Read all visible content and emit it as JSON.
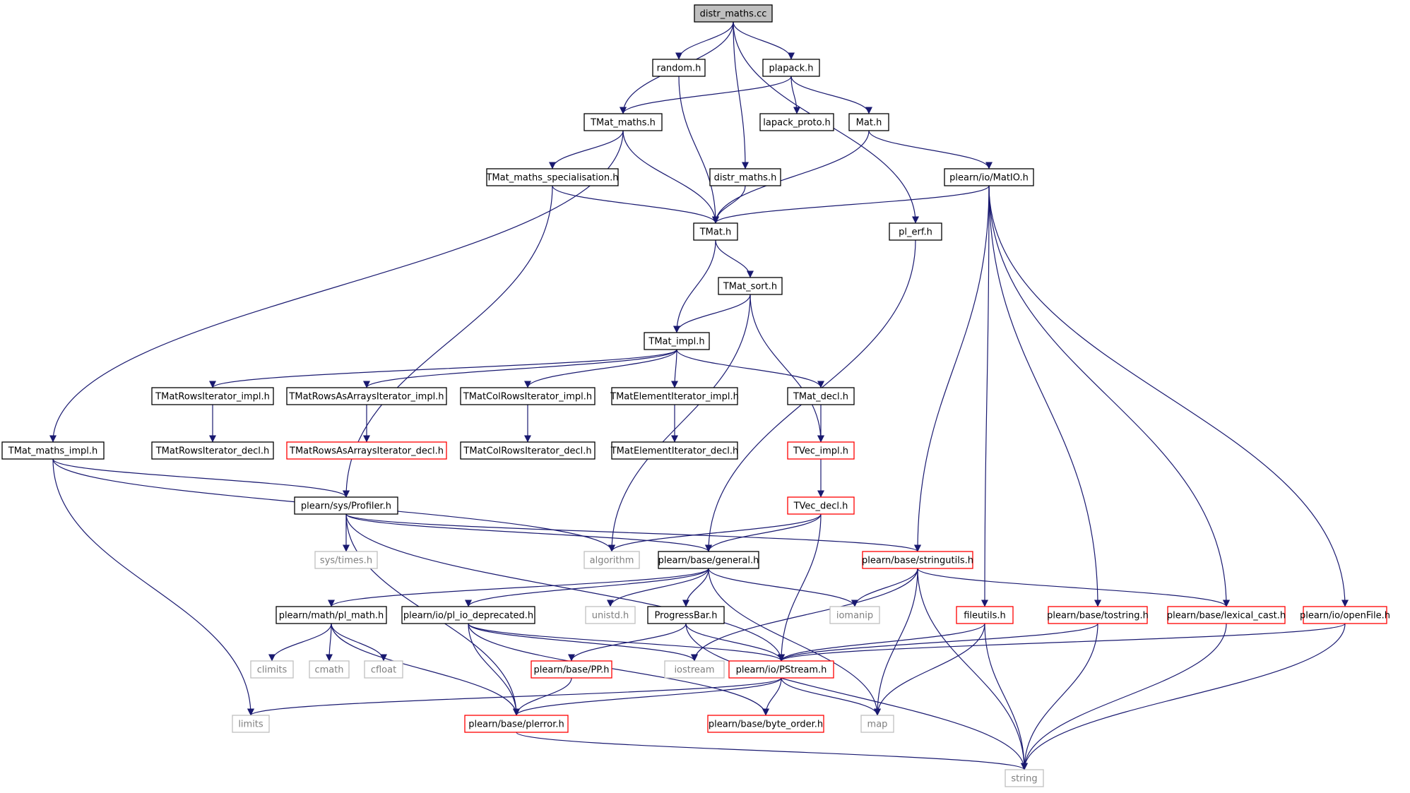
{
  "diagram": {
    "nodes": [
      {
        "id": "n0",
        "label": "distr_maths.cc",
        "style": "root"
      },
      {
        "id": "n1",
        "label": "random.h",
        "style": "black"
      },
      {
        "id": "n2",
        "label": "plapack.h",
        "style": "black"
      },
      {
        "id": "n3",
        "label": "TMat_maths.h",
        "style": "black"
      },
      {
        "id": "n4",
        "label": "lapack_proto.h",
        "style": "black"
      },
      {
        "id": "n5",
        "label": "Mat.h",
        "style": "black"
      },
      {
        "id": "n6",
        "label": "TMat_maths_specialisation.h",
        "style": "black"
      },
      {
        "id": "n7",
        "label": "distr_maths.h",
        "style": "black"
      },
      {
        "id": "n8",
        "label": "plearn/io/MatIO.h",
        "style": "black"
      },
      {
        "id": "n9",
        "label": "TMat.h",
        "style": "black"
      },
      {
        "id": "n10",
        "label": "pl_erf.h",
        "style": "black"
      },
      {
        "id": "n11",
        "label": "TMat_sort.h",
        "style": "black"
      },
      {
        "id": "n12",
        "label": "TMat_impl.h",
        "style": "black"
      },
      {
        "id": "n13",
        "label": "TMatRowsIterator_impl.h",
        "style": "black"
      },
      {
        "id": "n14",
        "label": "TMatRowsAsArraysIterator_impl.h",
        "style": "black"
      },
      {
        "id": "n15",
        "label": "TMatColRowsIterator_impl.h",
        "style": "black"
      },
      {
        "id": "n16",
        "label": "TMatElementIterator_impl.h",
        "style": "black"
      },
      {
        "id": "n17",
        "label": "TMat_decl.h",
        "style": "black"
      },
      {
        "id": "n18",
        "label": "TMat_maths_impl.h",
        "style": "black"
      },
      {
        "id": "n19",
        "label": "TMatRowsIterator_decl.h",
        "style": "black"
      },
      {
        "id": "n20",
        "label": "TMatRowsAsArraysIterator_decl.h",
        "style": "red"
      },
      {
        "id": "n21",
        "label": "TMatColRowsIterator_decl.h",
        "style": "black"
      },
      {
        "id": "n22",
        "label": "TMatElementIterator_decl.h",
        "style": "black"
      },
      {
        "id": "n23",
        "label": "TVec_impl.h",
        "style": "red"
      },
      {
        "id": "n24",
        "label": "plearn/sys/Profiler.h",
        "style": "black"
      },
      {
        "id": "n25",
        "label": "TVec_decl.h",
        "style": "red"
      },
      {
        "id": "n26",
        "label": "sys/times.h",
        "style": "gray"
      },
      {
        "id": "n27",
        "label": "algorithm",
        "style": "gray"
      },
      {
        "id": "n28",
        "label": "plearn/base/general.h",
        "style": "black"
      },
      {
        "id": "n29",
        "label": "plearn/base/stringutils.h",
        "style": "red"
      },
      {
        "id": "n30",
        "label": "plearn/math/pl_math.h",
        "style": "black"
      },
      {
        "id": "n31",
        "label": "plearn/io/pl_io_deprecated.h",
        "style": "black"
      },
      {
        "id": "n32",
        "label": "unistd.h",
        "style": "gray"
      },
      {
        "id": "n33",
        "label": "ProgressBar.h",
        "style": "black"
      },
      {
        "id": "n34",
        "label": "iomanip",
        "style": "gray"
      },
      {
        "id": "n35",
        "label": "fileutils.h",
        "style": "red"
      },
      {
        "id": "n36",
        "label": "plearn/base/tostring.h",
        "style": "red"
      },
      {
        "id": "n37",
        "label": "plearn/base/lexical_cast.h",
        "style": "red"
      },
      {
        "id": "n38",
        "label": "plearn/io/openFile.h",
        "style": "red"
      },
      {
        "id": "n39",
        "label": "climits",
        "style": "gray"
      },
      {
        "id": "n40",
        "label": "cmath",
        "style": "gray"
      },
      {
        "id": "n41",
        "label": "cfloat",
        "style": "gray"
      },
      {
        "id": "n42",
        "label": "iostream",
        "style": "gray"
      },
      {
        "id": "n43",
        "label": "plearn/base/PP.h",
        "style": "red"
      },
      {
        "id": "n44",
        "label": "plearn/io/PStream.h",
        "style": "red"
      },
      {
        "id": "n45",
        "label": "limits",
        "style": "gray"
      },
      {
        "id": "n46",
        "label": "plearn/base/plerror.h",
        "style": "red"
      },
      {
        "id": "n47",
        "label": "plearn/base/byte_order.h",
        "style": "red"
      },
      {
        "id": "n48",
        "label": "map",
        "style": "gray"
      },
      {
        "id": "n49",
        "label": "string",
        "style": "gray"
      }
    ],
    "edges": [
      [
        "n0",
        "n3"
      ],
      [
        "n0",
        "n1"
      ],
      [
        "n0",
        "n2"
      ],
      [
        "n0",
        "n7"
      ],
      [
        "n0",
        "n10"
      ],
      [
        "n1",
        "n9"
      ],
      [
        "n2",
        "n3"
      ],
      [
        "n2",
        "n4"
      ],
      [
        "n2",
        "n5"
      ],
      [
        "n3",
        "n6"
      ],
      [
        "n3",
        "n9"
      ],
      [
        "n3",
        "n18"
      ],
      [
        "n5",
        "n9"
      ],
      [
        "n5",
        "n8"
      ],
      [
        "n6",
        "n9"
      ],
      [
        "n6",
        "n24"
      ],
      [
        "n7",
        "n9"
      ],
      [
        "n8",
        "n9"
      ],
      [
        "n8",
        "n29"
      ],
      [
        "n8",
        "n35"
      ],
      [
        "n8",
        "n36"
      ],
      [
        "n8",
        "n37"
      ],
      [
        "n8",
        "n38"
      ],
      [
        "n9",
        "n11"
      ],
      [
        "n9",
        "n12"
      ],
      [
        "n10",
        "n28"
      ],
      [
        "n11",
        "n12"
      ],
      [
        "n11",
        "n27"
      ],
      [
        "n11",
        "n23"
      ],
      [
        "n12",
        "n13"
      ],
      [
        "n12",
        "n14"
      ],
      [
        "n12",
        "n15"
      ],
      [
        "n12",
        "n16"
      ],
      [
        "n12",
        "n17"
      ],
      [
        "n13",
        "n19"
      ],
      [
        "n14",
        "n20"
      ],
      [
        "n15",
        "n21"
      ],
      [
        "n16",
        "n22"
      ],
      [
        "n17",
        "n23"
      ],
      [
        "n23",
        "n25"
      ],
      [
        "n18",
        "n24"
      ],
      [
        "n18",
        "n27"
      ],
      [
        "n18",
        "n45"
      ],
      [
        "n24",
        "n26"
      ],
      [
        "n24",
        "n28"
      ],
      [
        "n24",
        "n29"
      ],
      [
        "n24",
        "n44"
      ],
      [
        "n24",
        "n46"
      ],
      [
        "n25",
        "n27"
      ],
      [
        "n25",
        "n28"
      ],
      [
        "n25",
        "n44"
      ],
      [
        "n28",
        "n30"
      ],
      [
        "n28",
        "n31"
      ],
      [
        "n28",
        "n32"
      ],
      [
        "n28",
        "n33"
      ],
      [
        "n28",
        "n34"
      ],
      [
        "n28",
        "n48"
      ],
      [
        "n29",
        "n34"
      ],
      [
        "n29",
        "n42"
      ],
      [
        "n29",
        "n48"
      ],
      [
        "n29",
        "n37"
      ],
      [
        "n29",
        "n49"
      ],
      [
        "n30",
        "n39"
      ],
      [
        "n30",
        "n40"
      ],
      [
        "n30",
        "n41"
      ],
      [
        "n30",
        "n46"
      ],
      [
        "n31",
        "n42"
      ],
      [
        "n31",
        "n44"
      ],
      [
        "n31",
        "n46"
      ],
      [
        "n31",
        "n47"
      ],
      [
        "n33",
        "n43"
      ],
      [
        "n33",
        "n44"
      ],
      [
        "n33",
        "n49"
      ],
      [
        "n35",
        "n44"
      ],
      [
        "n35",
        "n48"
      ],
      [
        "n35",
        "n49"
      ],
      [
        "n36",
        "n44"
      ],
      [
        "n36",
        "n49"
      ],
      [
        "n37",
        "n49"
      ],
      [
        "n38",
        "n44"
      ],
      [
        "n38",
        "n49"
      ],
      [
        "n43",
        "n46"
      ],
      [
        "n44",
        "n45"
      ],
      [
        "n44",
        "n46"
      ],
      [
        "n44",
        "n47"
      ],
      [
        "n44",
        "n48"
      ],
      [
        "n46",
        "n49"
      ]
    ]
  },
  "colors": {
    "edge": "#191970",
    "black_border": "#000000",
    "red_border": "#ff0000",
    "gray_border": "#bfbfbf",
    "gray_text": "#7f7f7f",
    "root_fill": "#bfbfbf",
    "node_fill": "#ffffff"
  }
}
